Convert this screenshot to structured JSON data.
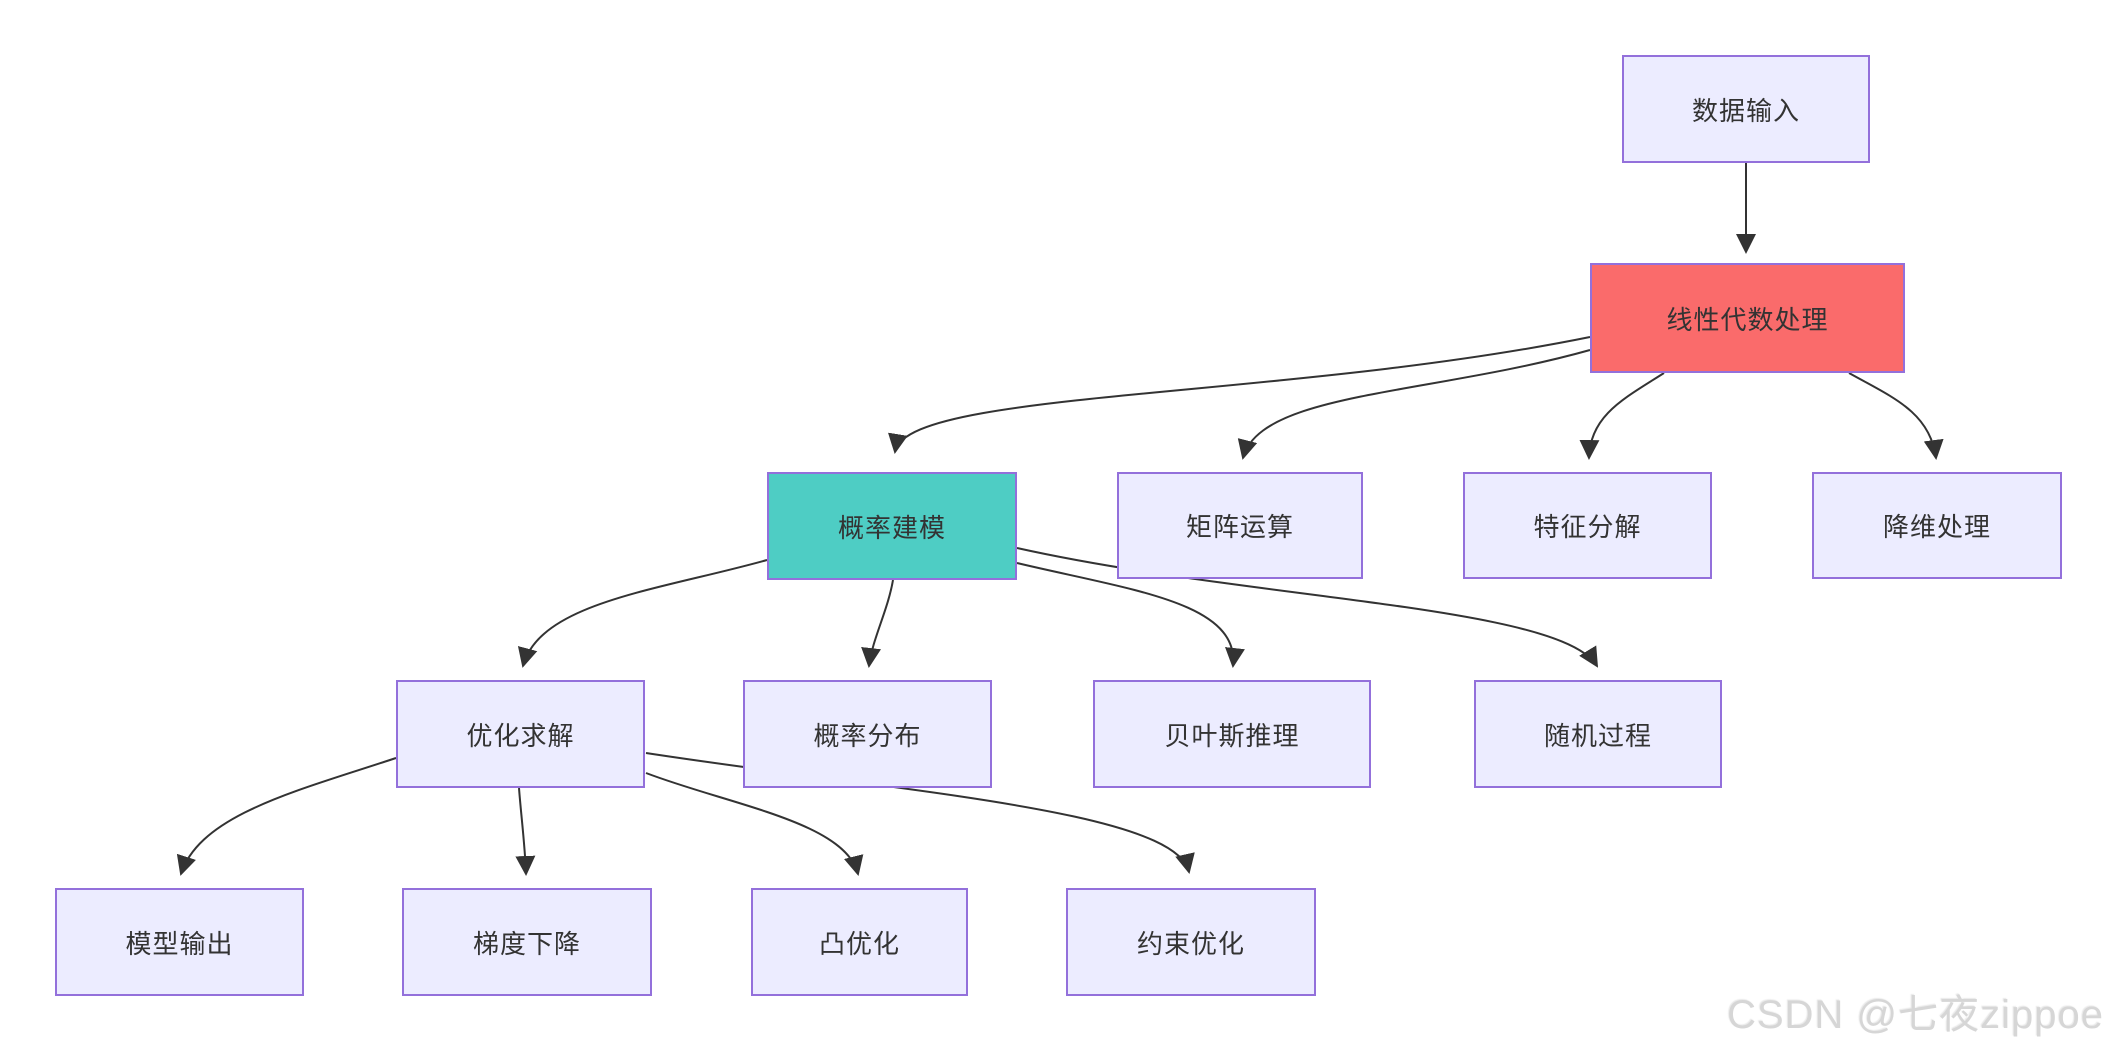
{
  "diagram": {
    "type": "flowchart",
    "direction": "top-down",
    "nodes": {
      "data_input": {
        "label": "数据输入"
      },
      "linear_algebra": {
        "label": "线性代数处理",
        "fill": "#FA6B6B"
      },
      "prob_model": {
        "label": "概率建模",
        "fill": "#4ECDC4"
      },
      "matrix_ops": {
        "label": "矩阵运算"
      },
      "eigen_decomp": {
        "label": "特征分解"
      },
      "dim_reduction": {
        "label": "降维处理"
      },
      "optimization": {
        "label": "优化求解"
      },
      "prob_dist": {
        "label": "概率分布"
      },
      "bayesian": {
        "label": "贝叶斯推理"
      },
      "stochastic": {
        "label": "随机过程"
      },
      "model_output": {
        "label": "模型输出"
      },
      "gradient_descent": {
        "label": "梯度下降"
      },
      "convex_opt": {
        "label": "凸优化"
      },
      "constrained_opt": {
        "label": "约束优化"
      }
    },
    "edges": [
      {
        "from": "data_input",
        "to": "linear_algebra"
      },
      {
        "from": "linear_algebra",
        "to": "prob_model"
      },
      {
        "from": "linear_algebra",
        "to": "matrix_ops"
      },
      {
        "from": "linear_algebra",
        "to": "eigen_decomp"
      },
      {
        "from": "linear_algebra",
        "to": "dim_reduction"
      },
      {
        "from": "prob_model",
        "to": "optimization"
      },
      {
        "from": "prob_model",
        "to": "prob_dist"
      },
      {
        "from": "prob_model",
        "to": "bayesian"
      },
      {
        "from": "prob_model",
        "to": "stochastic"
      },
      {
        "from": "optimization",
        "to": "model_output"
      },
      {
        "from": "optimization",
        "to": "gradient_descent"
      },
      {
        "from": "optimization",
        "to": "convex_opt"
      },
      {
        "from": "optimization",
        "to": "constrained_opt"
      }
    ],
    "colors": {
      "node_fill": "#ECECFF",
      "node_border": "#9370DB",
      "highlight_red": "#FA6B6B",
      "highlight_teal": "#4ECDC4",
      "edge": "#333333",
      "text": "#333333"
    }
  },
  "watermark": {
    "text": "CSDN @七夜zippoe"
  }
}
